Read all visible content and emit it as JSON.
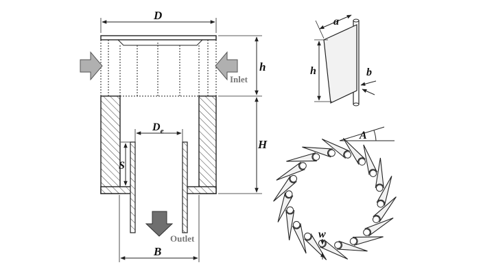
{
  "labels": {
    "D": "D",
    "h": "h",
    "inlet": "Inlet",
    "H": "H",
    "De_main": "D",
    "De_sub": "e",
    "S": "S",
    "outlet": "Outlet",
    "B": "B",
    "a": "a",
    "h_blade": "h",
    "b": "b",
    "A": "A",
    "w": "w"
  },
  "colors": {
    "line": "#222222",
    "hatch": "#555555",
    "arrow_light": "#b0b0b0",
    "arrow_dark": "#6f6f6f",
    "blade_fill": "#f2f2f2"
  },
  "vane_count": 18
}
